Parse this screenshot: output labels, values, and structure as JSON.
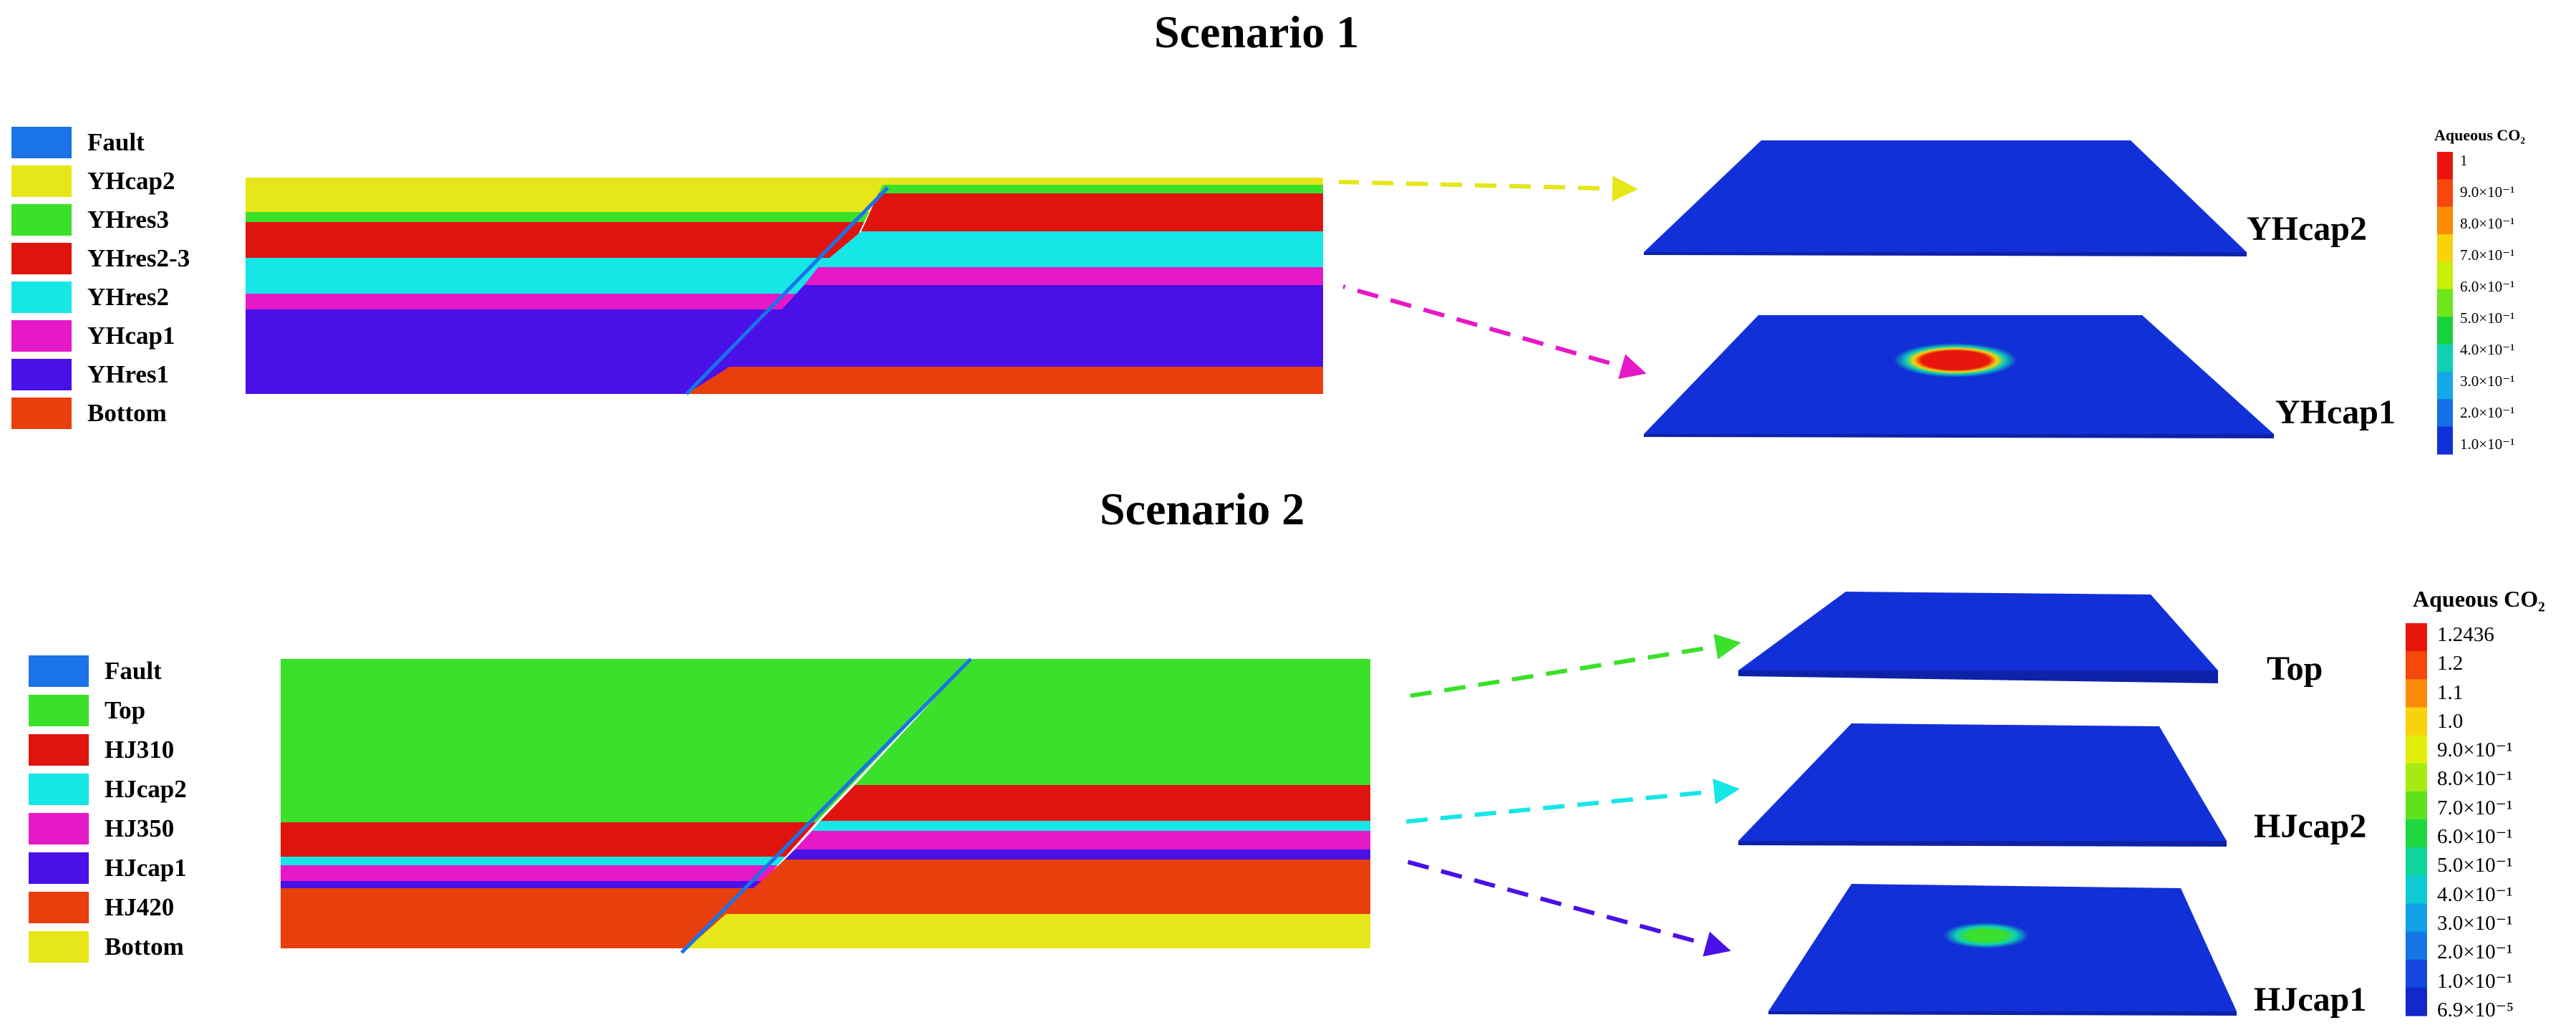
{
  "scenario1": {
    "title": "Scenario 1",
    "legend": [
      {
        "label": "Fault",
        "color": "#1a73e8"
      },
      {
        "label": "YHcap2",
        "color": "#e6e619"
      },
      {
        "label": "YHres3",
        "color": "#3be02a"
      },
      {
        "label": "YHres2-3",
        "color": "#e0140f"
      },
      {
        "label": "YHres2",
        "color": "#15e6e6"
      },
      {
        "label": "YHcap1",
        "color": "#e619c8"
      },
      {
        "label": "YHres1",
        "color": "#4a10e8"
      },
      {
        "label": "Bottom",
        "color": "#e83f0c"
      }
    ],
    "layers": [
      {
        "label": "YHcap2",
        "arrow_color": "#e6e619",
        "hotspot": "none"
      },
      {
        "label": "YHcap1",
        "arrow_color": "#e619c8",
        "hotspot": "red plume"
      }
    ],
    "colorbar": {
      "title": "Aqueous CO₂",
      "ticks": [
        "1",
        "9.0×10⁻¹",
        "8.0×10⁻¹",
        "7.0×10⁻¹",
        "6.0×10⁻¹",
        "5.0×10⁻¹",
        "4.0×10⁻¹",
        "3.0×10⁻¹",
        "2.0×10⁻¹",
        "1.0×10⁻¹"
      ],
      "colors": [
        "#e8160c",
        "#f5480c",
        "#fb8a0a",
        "#f8d20a",
        "#c8ee0a",
        "#6ee61c",
        "#18d23c",
        "#10d0b4",
        "#14a8e6",
        "#1470e6",
        "#1230d8"
      ]
    }
  },
  "scenario2": {
    "title": "Scenario 2",
    "legend": [
      {
        "label": "Fault",
        "color": "#1a73e8"
      },
      {
        "label": "Top",
        "color": "#3be02a"
      },
      {
        "label": "HJ310",
        "color": "#e0140f"
      },
      {
        "label": "HJcap2",
        "color": "#15e6e6"
      },
      {
        "label": "HJ350",
        "color": "#e619c8"
      },
      {
        "label": "HJcap1",
        "color": "#4a10e8"
      },
      {
        "label": "HJ420",
        "color": "#e83f0c"
      },
      {
        "label": "Bottom",
        "color": "#e6e619"
      }
    ],
    "layers": [
      {
        "label": "Top",
        "arrow_color": "#3be02a",
        "hotspot": "none"
      },
      {
        "label": "HJcap2",
        "arrow_color": "#15e6e6",
        "hotspot": "none"
      },
      {
        "label": "HJcap1",
        "arrow_color": "#4a10e8",
        "hotspot": "green plume"
      }
    ],
    "colorbar": {
      "title": "Aqueous CO₂",
      "ticks": [
        "1.2436",
        "1.2",
        "1.1",
        "1.0",
        "9.0×10⁻¹",
        "8.0×10⁻¹",
        "7.0×10⁻¹",
        "6.0×10⁻¹",
        "5.0×10⁻¹",
        "4.0×10⁻¹",
        "3.0×10⁻¹",
        "2.0×10⁻¹",
        "1.0×10⁻¹",
        "6.9×10⁻⁵"
      ],
      "colors": [
        "#e8160c",
        "#f5480c",
        "#fb8a0a",
        "#f8d20a",
        "#e0ee0a",
        "#a6ea12",
        "#5ee21e",
        "#1ed840",
        "#10d49a",
        "#10cad4",
        "#12a0e6",
        "#1476e6",
        "#1448dc",
        "#1228c8"
      ]
    }
  }
}
